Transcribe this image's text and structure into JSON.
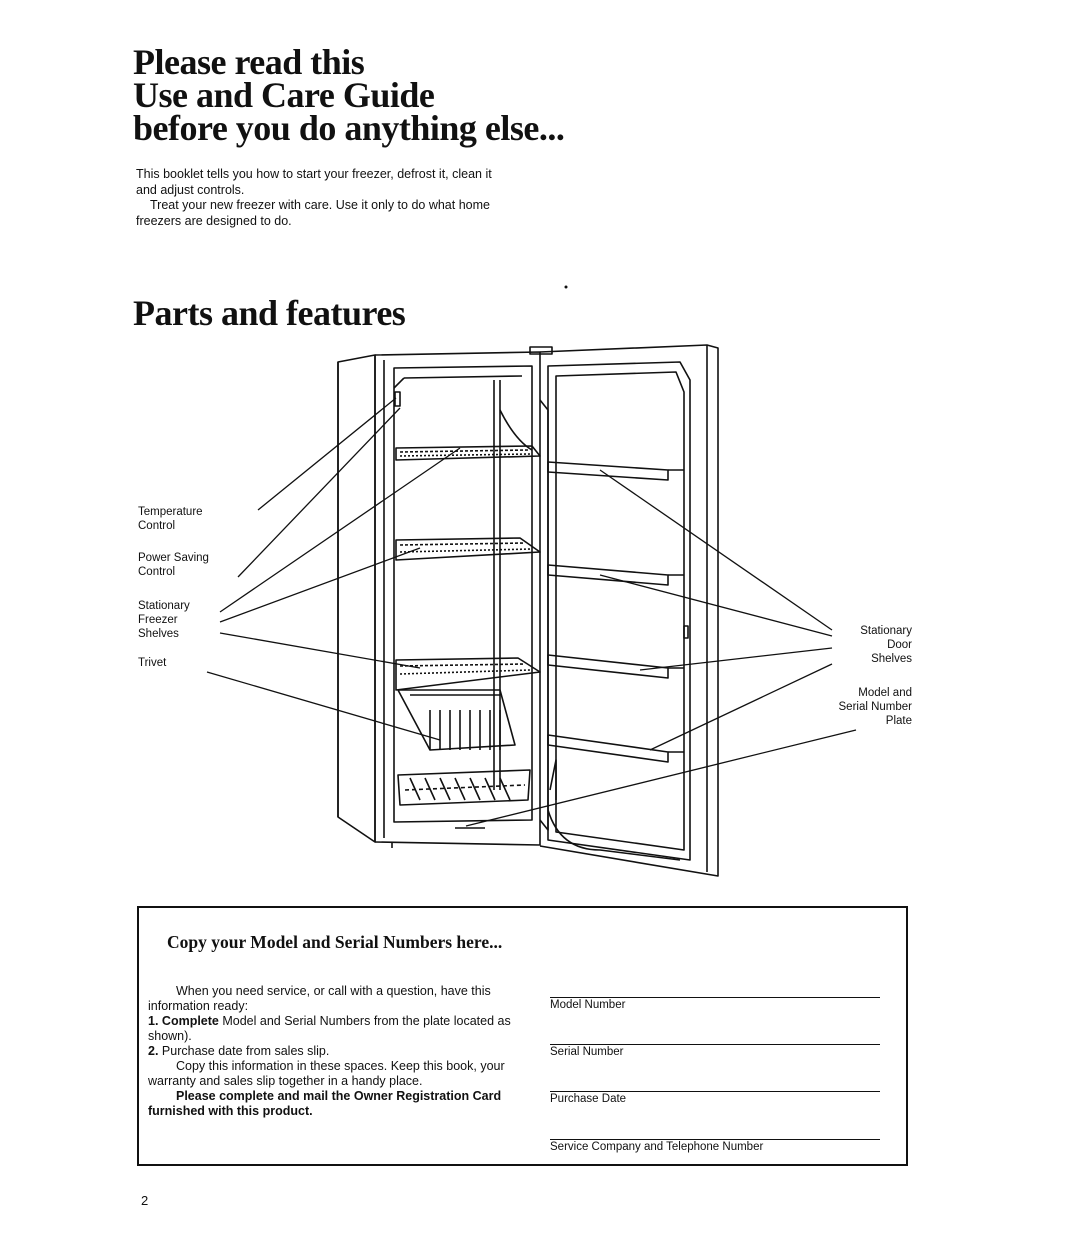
{
  "header": {
    "title_lines": [
      "Please read this",
      "Use and Care Guide",
      "before you do anything else..."
    ]
  },
  "intro": {
    "paragraph1": "This booklet tells you how to start your freezer, defrost it, clean it and adjust controls.",
    "paragraph2": "Treat your new freezer with care. Use it only to do what home freezers are designed to do."
  },
  "parts": {
    "heading": "Parts and features",
    "labels_left": {
      "temperature_control": [
        "Temperature",
        "Control"
      ],
      "power_saving_control": [
        "Power Saving",
        "Control"
      ],
      "stationary_freezer_shelves": [
        "Stationary",
        "Freezer",
        "Shelves"
      ],
      "trivet": "Trivet"
    },
    "labels_right": {
      "stationary_door_shelves": [
        "Stationary",
        "Door",
        "Shelves"
      ],
      "model_serial_plate": [
        "Model and",
        "Serial Number",
        "Plate"
      ]
    }
  },
  "info_box": {
    "heading": "Copy your Model and Serial Numbers here...",
    "intro": "When you need service, or call with a question, have this information ready:",
    "step1_num": "1.",
    "step1_bold": "Complete",
    "step1_rest": "Model and Serial Numbers from the plate located as shown).",
    "step2_num": "2.",
    "step2_text": "Purchase date from sales slip.",
    "copy_text": "Copy this information in these spaces. Keep this book, your warranty and sales slip together in a handy place.",
    "mail_text": "Please complete and mail the Owner Registration Card furnished with this product.",
    "fields": [
      "Model Number",
      "Serial Number",
      "Purchase Date",
      "Service Company and Telephone Number"
    ]
  },
  "footer": {
    "page_number": "2"
  }
}
